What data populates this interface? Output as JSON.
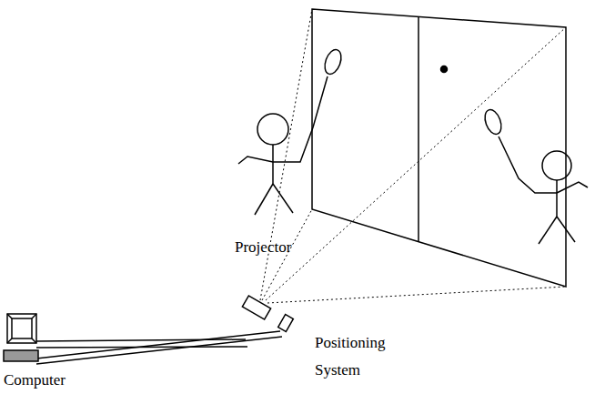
{
  "diagram": {
    "labels": [
      "Projector",
      "Positioning System",
      "Computer"
    ]
  }
}
